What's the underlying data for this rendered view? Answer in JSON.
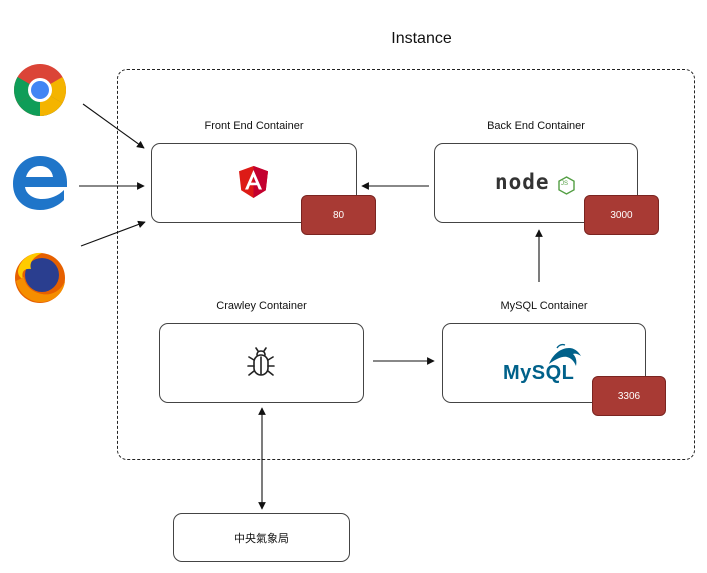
{
  "title": "Instance",
  "containers": {
    "frontend": {
      "label": "Front End Container",
      "port": "80"
    },
    "backend": {
      "label": "Back End Container",
      "port": "3000"
    },
    "crawley": {
      "label": "Crawley Container"
    },
    "mysql": {
      "label": "MySQL Container",
      "port": "3306"
    }
  },
  "external": {
    "label": "中央氣象局"
  },
  "browsers": [
    "chrome-icon",
    "edge-icon",
    "firefox-icon"
  ],
  "logos": {
    "node": "node",
    "node_js": "JS",
    "mysql": "MySQL"
  },
  "colors": {
    "port": "#a83a34",
    "angular": "#dd1b16",
    "node": "#539e43",
    "mysql_blue": "#00618a",
    "mysql_orange": "#e48e00"
  }
}
